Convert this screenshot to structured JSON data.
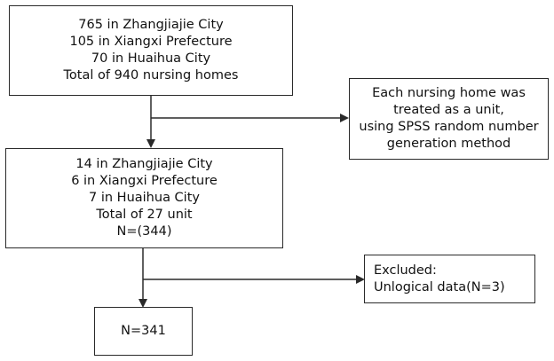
{
  "boxes": {
    "initial": {
      "lines": [
        "765 in Zhangjiajie City",
        "105 in Xiangxi Prefecture",
        "70 in Huaihua City",
        "Total of 940 nursing homes"
      ]
    },
    "method": {
      "lines": [
        "Each nursing home was",
        "treated as a unit,",
        "using SPSS random number",
        "generation method"
      ]
    },
    "sample": {
      "lines": [
        "14 in Zhangjiajie City",
        "6 in Xiangxi Prefecture",
        "7 in Huaihua City",
        "Total of 27 unit",
        "N=(344)"
      ]
    },
    "excluded": {
      "lines": [
        "Excluded:",
        "Unlogical data(N=3)"
      ]
    },
    "final": {
      "lines": [
        "N=341"
      ]
    }
  },
  "colors": {
    "stroke": "#2a2a2a",
    "text": "#111111",
    "background": "#ffffff"
  }
}
